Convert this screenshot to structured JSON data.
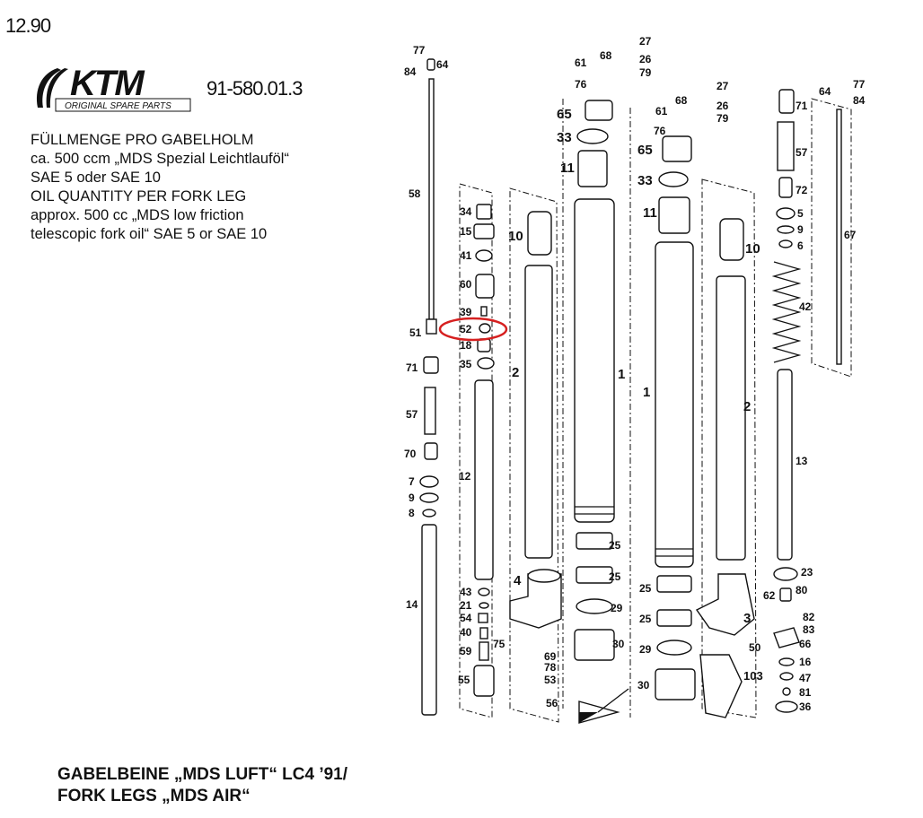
{
  "header": {
    "date": "12.90",
    "part_number": "91-580.01.3",
    "logo_text": "KTM",
    "logo_subtitle": "ORIGINAL SPARE PARTS"
  },
  "info": {
    "lines": [
      "FÜLLMENGE PRO GABELHOLM",
      "ca. 500 ccm „MDS Spezial Leichtlauföl“",
      "SAE 5 oder SAE 10",
      "OIL QUANTITY PER FORK LEG",
      "approx. 500 cc „MDS low friction",
      "telescopic fork oil“ SAE 5 or SAE 10"
    ]
  },
  "footer": {
    "line1": "GABELBEINE „MDS LUFT“ LC4 ’91/",
    "line2": "FORK LEGS „MDS AIR“"
  },
  "highlight": {
    "label": "52",
    "color": "#d62020"
  },
  "callouts": {
    "left_column": [
      "77",
      "84",
      "64",
      "58",
      "51",
      "71",
      "57",
      "70",
      "7",
      "9",
      "8",
      "14"
    ],
    "inner_column": [
      "34",
      "15",
      "41",
      "60",
      "39",
      "52",
      "18",
      "35",
      "12",
      "43",
      "21",
      "54",
      "40",
      "59",
      "75",
      "55"
    ],
    "damper_left": [
      "10",
      "2",
      "4",
      "69",
      "78",
      "53",
      "56"
    ],
    "tube_left": [
      "61",
      "68",
      "27",
      "26",
      "79",
      "76",
      "65",
      "33",
      "11",
      "1",
      "25",
      "25",
      "29",
      "30"
    ],
    "tube_right": [
      "61",
      "68",
      "27",
      "26",
      "79",
      "76",
      "65",
      "33",
      "11",
      "1",
      "25",
      "25",
      "29",
      "30"
    ],
    "damper_right": [
      "10",
      "2",
      "3",
      "50",
      "103"
    ],
    "spring_side": [
      "64",
      "77",
      "84",
      "71",
      "57",
      "72",
      "5",
      "9",
      "6",
      "42",
      "13",
      "23",
      "62",
      "80",
      "82",
      "83",
      "66",
      "16",
      "47",
      "81",
      "36"
    ],
    "right_rod": [
      "67"
    ]
  }
}
